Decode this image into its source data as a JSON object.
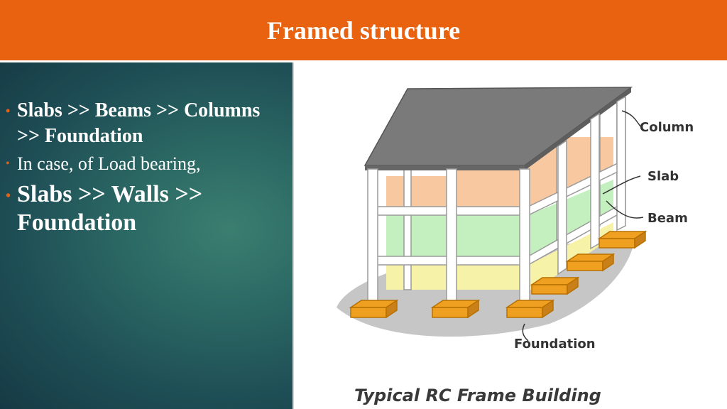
{
  "slide": {
    "title": "Framed structure",
    "bullets": [
      {
        "text": "Slabs >> Beams >> Columns >> Foundation"
      },
      {
        "text": "In case, of Load bearing,"
      },
      {
        "text": "Slabs >> Walls >> Foundation"
      }
    ],
    "bullet_symbol": "•"
  },
  "diagram": {
    "labels": {
      "column": "Column",
      "slab": "Slab",
      "beam": "Beam",
      "foundation": "Foundation"
    },
    "caption": "Typical RC Frame Building"
  },
  "colors": {
    "accent": "#e8620f",
    "panel": "#1f4f56",
    "slab_top": "#f8c9a0",
    "slab_mid": "#c4f0c0",
    "slab_low": "#f6f2a8",
    "footing": "#f0a020"
  }
}
